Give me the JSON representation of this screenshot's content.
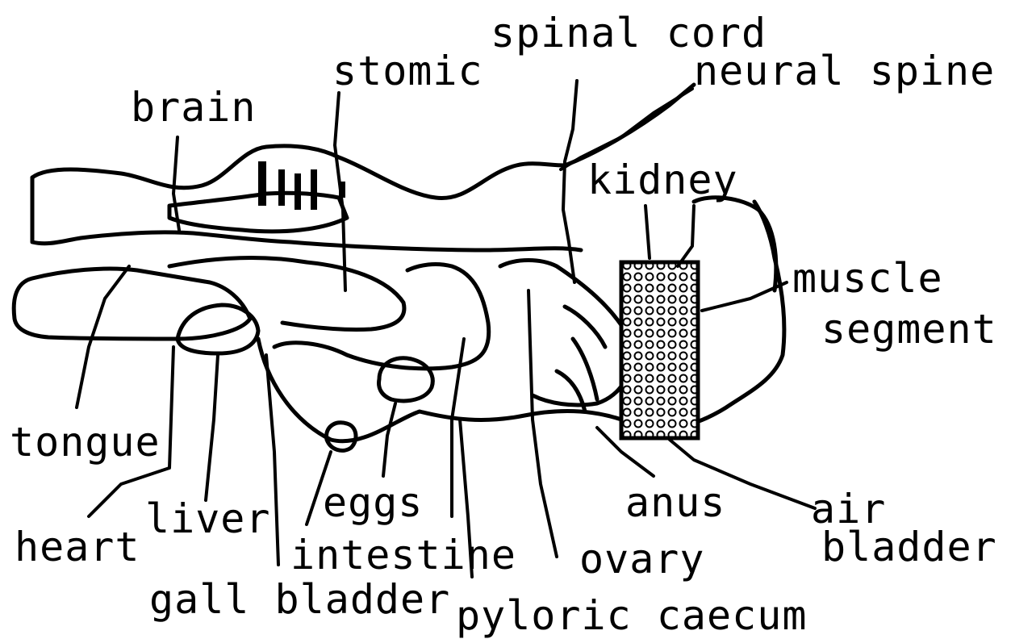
{
  "labels": {
    "spinal_cord": "spinal cord",
    "stomic": "stomic",
    "neural_spine": "neural spine",
    "brain": "brain",
    "kidney": "kidney",
    "muscle_segment_1": "muscle",
    "muscle_segment_2": "segment",
    "tongue": "tongue",
    "heart": "heart",
    "liver": "liver",
    "eggs": "eggs",
    "intestine": "intestine",
    "ovary": "ovary",
    "anus": "anus",
    "air_bladder_1": "air",
    "air_bladder_2": "bladder",
    "gall_bladder": "gall bladder",
    "pyloric_caecum": "pyloric caecum"
  },
  "colors": {
    "ink": "#000000",
    "paper": "#ffffff"
  }
}
